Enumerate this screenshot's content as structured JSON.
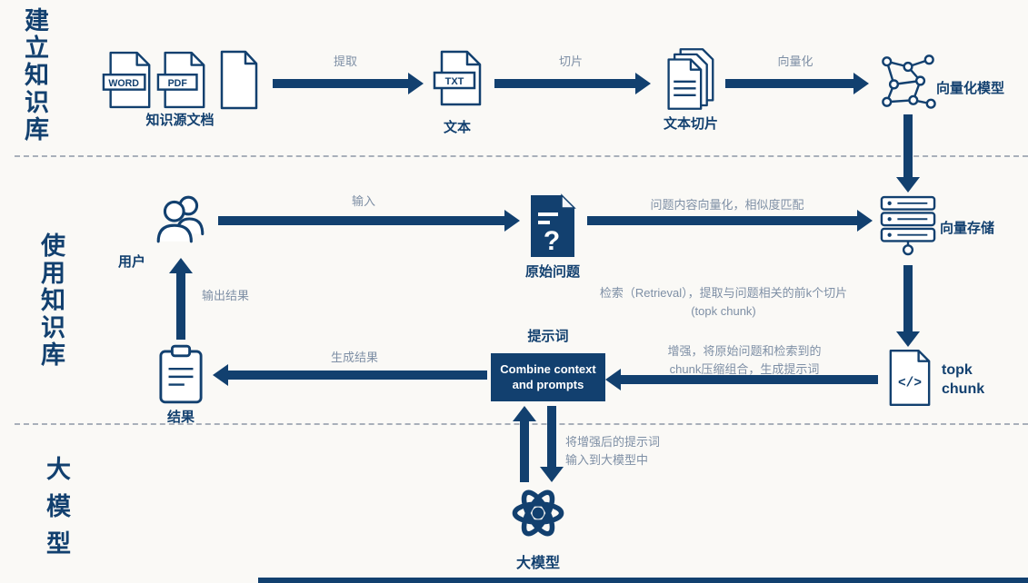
{
  "colors": {
    "navy": "#12406f",
    "note_gray": "#7e8fa5",
    "background": "#faf9f6"
  },
  "sections": {
    "build_label": "建立知识库",
    "use_label": "使用知识库",
    "model_label": "大模型"
  },
  "build": {
    "badge_word": "WORD",
    "badge_pdf": "PDF",
    "source_label": "知识源文档",
    "arrow_extract": "提取",
    "badge_txt": "TXT",
    "text_label": "文本",
    "arrow_slice": "切片",
    "chunks_label": "文本切片",
    "arrow_vectorize": "向量化",
    "vector_model_label": "向量化模型"
  },
  "use": {
    "user_label": "用户",
    "arrow_input": "输入",
    "question_mark": "?",
    "question_label": "原始问题",
    "arrow_match": "问题内容向量化，相似度匹配",
    "vector_store_label": "向量存储",
    "retrieval_note_line1": "检索（Retrieval），提取与问题相关的前k个切片",
    "retrieval_note_line2": "(topk chunk)",
    "code_glyph": "</>",
    "topk_label_line1": "topk",
    "topk_label_line2": "chunk",
    "augment_note_line1": "增强，将原始问题和检索到的",
    "augment_note_line2": "chunk压缩组合，生成提示词",
    "prompt_label": "提示词",
    "combine_box": "Combine context and prompts",
    "arrow_generate": "生成结果",
    "result_label": "结果",
    "arrow_output": "输出结果"
  },
  "model": {
    "note_line1": "将增强后的提示词",
    "note_line2": "输入到大模型中",
    "llm_label": "大模型"
  }
}
